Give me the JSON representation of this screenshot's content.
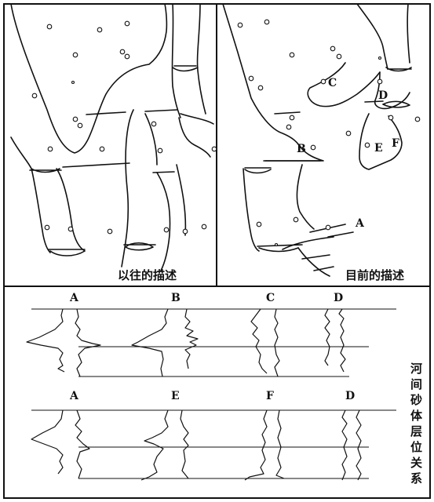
{
  "top_left": {
    "caption": "以往的描述"
  },
  "top_right": {
    "caption": "目前的描述",
    "labels": {
      "A": "A",
      "B": "B",
      "C": "C",
      "D": "D",
      "E": "E",
      "F": "F"
    }
  },
  "bottom": {
    "row1_labels": [
      "A",
      "B",
      "C",
      "D"
    ],
    "row2_labels": [
      "A",
      "E",
      "F",
      "D"
    ],
    "side_caption": [
      "河",
      "间",
      "砂",
      "体",
      "层",
      "位",
      "关",
      "系"
    ]
  }
}
